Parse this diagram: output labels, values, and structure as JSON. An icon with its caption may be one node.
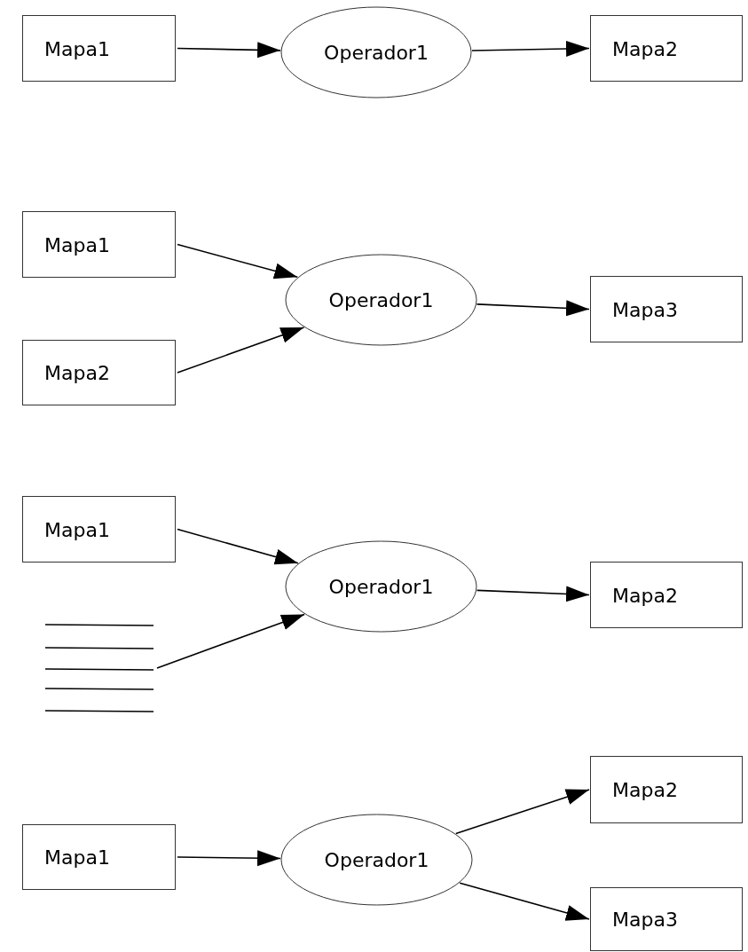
{
  "diagram": {
    "nodes": [
      {
        "text": [
          "Mapa1"
        ]
      },
      {
        "text": [
          "Operador1"
        ]
      },
      {
        "text": [
          "Mapa2"
        ]
      },
      {
        "text": [
          "Mapa1"
        ]
      },
      {
        "text": [
          "Mapa2"
        ]
      },
      {
        "text": [
          "Operador1"
        ]
      },
      {
        "text": [
          "Mapa3"
        ]
      },
      {
        "text": [
          "Mapa1"
        ]
      },
      {
        "text": [],
        "shape": "lines"
      },
      {
        "text": [
          "Operador1"
        ]
      },
      {
        "text": [
          "Mapa2"
        ]
      },
      {
        "text": [
          "Mapa1"
        ]
      },
      {
        "text": [
          "Operador1"
        ]
      },
      {
        "text": [
          "Mapa2"
        ]
      },
      {
        "text": [
          "Mapa3"
        ]
      }
    ],
    "edges": [
      {
        "from": 0,
        "to": 1,
        "arrow": "to"
      },
      {
        "from": 1,
        "to": 2,
        "arrow": "to"
      },
      {
        "from": 3,
        "to": 5,
        "arrow": "to"
      },
      {
        "from": 4,
        "to": 5,
        "arrow": "to"
      },
      {
        "from": 5,
        "to": 6,
        "arrow": "to"
      },
      {
        "from": 7,
        "to": 9,
        "arrow": "to"
      },
      {
        "from": 8,
        "to": 9,
        "arrow": "to"
      },
      {
        "from": 9,
        "to": 10,
        "arrow": "to"
      },
      {
        "from": 11,
        "to": 12,
        "arrow": "to"
      },
      {
        "from": 12,
        "to": 13,
        "arrow": "to"
      },
      {
        "from": 12,
        "to": 14,
        "arrow": "to"
      }
    ]
  }
}
